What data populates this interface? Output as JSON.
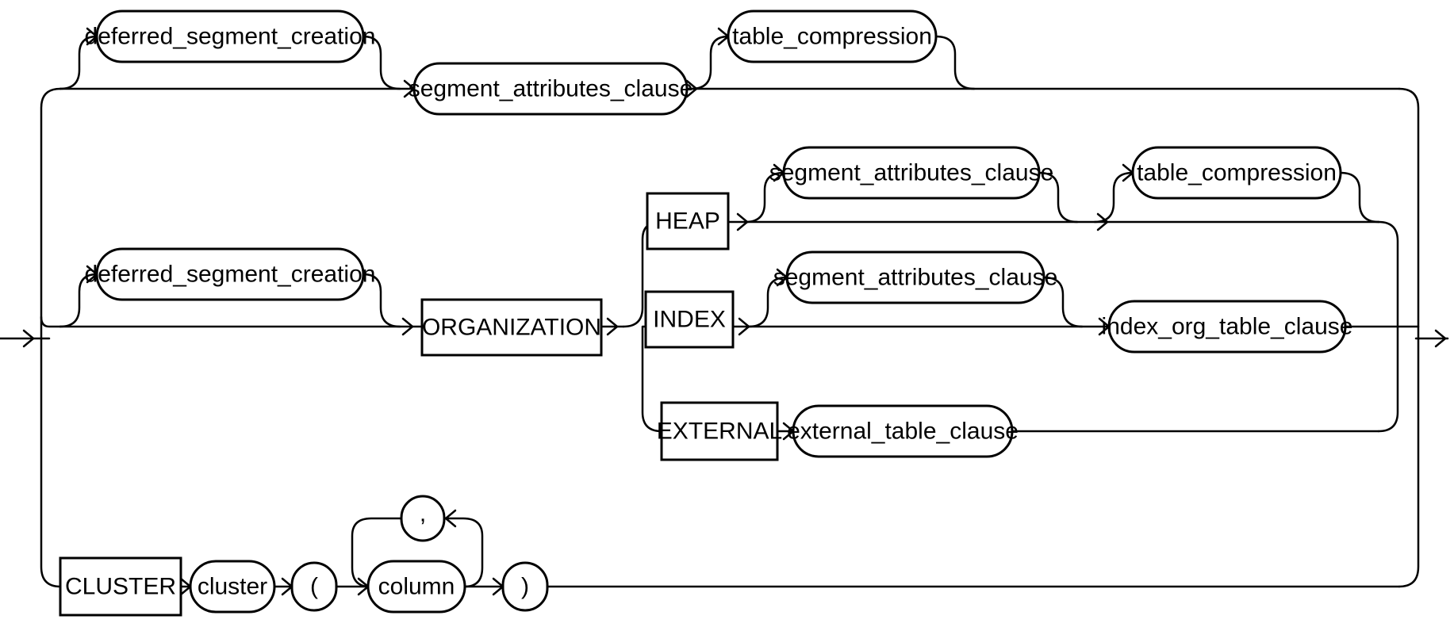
{
  "diagram": {
    "type": "railroad-syntax",
    "nodes": {
      "deferred_top": {
        "text": "deferred_segment_creation",
        "kind": "nonterminal"
      },
      "segattr_top": {
        "text": "segment_attributes_clause",
        "kind": "nonterminal"
      },
      "tablecomp_top": {
        "text": "table_compression",
        "kind": "nonterminal"
      },
      "deferred_mid": {
        "text": "deferred_segment_creation",
        "kind": "nonterminal"
      },
      "organization": {
        "text": "ORGANIZATION",
        "kind": "keyword"
      },
      "heap": {
        "text": "HEAP",
        "kind": "keyword"
      },
      "segattr_heap": {
        "text": "segment_attributes_clause",
        "kind": "nonterminal"
      },
      "tablecomp_heap": {
        "text": "table_compression",
        "kind": "nonterminal"
      },
      "index": {
        "text": "INDEX",
        "kind": "keyword"
      },
      "segattr_index": {
        "text": "segment_attributes_clause",
        "kind": "nonterminal"
      },
      "index_org": {
        "text": "index_org_table_clause",
        "kind": "nonterminal"
      },
      "external": {
        "text": "EXTERNAL",
        "kind": "keyword"
      },
      "external_clause": {
        "text": "external_table_clause",
        "kind": "nonterminal"
      },
      "cluster_kw": {
        "text": "CLUSTER",
        "kind": "keyword"
      },
      "cluster": {
        "text": "cluster",
        "kind": "nonterminal"
      },
      "lparen": {
        "text": "(",
        "kind": "terminal"
      },
      "comma": {
        "text": ",",
        "kind": "terminal"
      },
      "column": {
        "text": "column",
        "kind": "nonterminal"
      },
      "rparen": {
        "text": ")",
        "kind": "terminal"
      }
    }
  }
}
